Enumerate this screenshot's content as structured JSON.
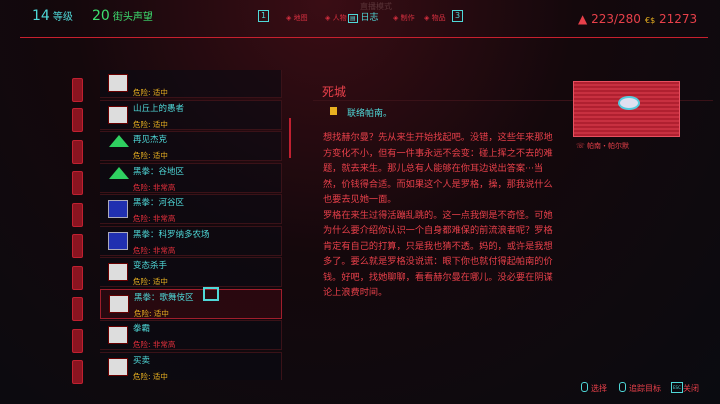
{
  "header": {
    "level": "14",
    "level_label": "等级",
    "street_cred": "20",
    "street_cred_label": "街头声望",
    "mode": "直播模式",
    "key_left": "1",
    "key_right": "3",
    "nav": [
      {
        "label": "地图"
      },
      {
        "label": "人物"
      },
      {
        "label": "日志",
        "active": true
      },
      {
        "label": "制作"
      },
      {
        "label": "物品"
      }
    ],
    "weight": "223/280",
    "money": "21273",
    "money_icon": "eddies-icon"
  },
  "list": {
    "items": [
      {
        "name": "",
        "danger": "危险: 适中",
        "danger_color": "#e8b020",
        "icon": "fixer-logo"
      },
      {
        "name": "山丘上的愚者",
        "danger": "危险: 适中",
        "danger_color": "#e8b020",
        "icon": "fixer-logo"
      },
      {
        "name": "再见杰克",
        "danger": "危险: 适中",
        "danger_color": "#e8b020",
        "icon": "green-diamond"
      },
      {
        "name": "黑拳：谷地区",
        "danger": "危险: 非常高",
        "danger_color": "#e8303c",
        "icon": "green-diamond"
      },
      {
        "name": "黑拳：河谷区",
        "danger": "危险: 非常高",
        "danger_color": "#e8303c",
        "icon": "blue-logo"
      },
      {
        "name": "黑拳：科罗纳多农场",
        "danger": "危险: 非常高",
        "danger_color": "#e8303c",
        "icon": "blue-logo"
      },
      {
        "name": "变态杀手",
        "danger": "危险: 适中",
        "danger_color": "#e8b020",
        "icon": "fixer-logo"
      },
      {
        "name": "黑拳：歌舞伎区",
        "danger": "危险: 适中",
        "danger_color": "#e8b020",
        "icon": "fixer-logo",
        "selected": true
      },
      {
        "name": "拳霸",
        "danger": "危险: 非常高",
        "danger_color": "#e8303c",
        "icon": "fixer-logo"
      },
      {
        "name": "买卖",
        "danger": "危险: 适中",
        "danger_color": "#e8b020",
        "icon": "fixer-logo"
      }
    ]
  },
  "detail": {
    "title": "死城",
    "objective": "联络帕南。",
    "paragraphs": [
      "想找赫尔曼？先从来生开始找起吧。没错，这些年来那地方变化不小，但有一件事永远不会变：碰上挥之不去的难题，就去来生。那儿总有人能够在你耳边说出答案···当然，价钱得合适。而如果这个人是罗格，操，那我说什么也要去见她一面。",
      "罗格在来生过得活蹦乱跳的。这一点我倒是不奇怪。可她为什么要介绍你认识一个自身都难保的前流浪者呢？罗格肯定有自己的打算，只是我也猜不透。妈的，或许是我想多了。要么就是罗格没说谎：眼下你也就付得起帕南的价钱。好吧，找她聊聊，看看赫尔曼在哪儿。没必要在阴谋论上浪费时间。"
    ],
    "contact": "帕南・帕尔默"
  },
  "footer": {
    "select": "选择",
    "track": "追踪目标",
    "close": "关闭",
    "esc": "ESC"
  }
}
